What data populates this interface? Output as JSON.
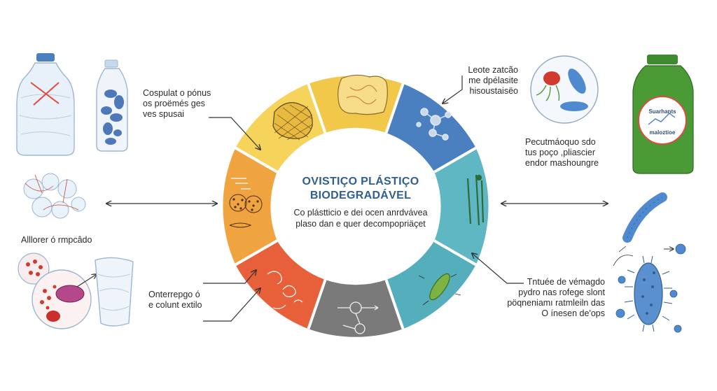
{
  "center": {
    "title_line1": "OVISTIÇO PLÁSTIÇO",
    "title_line2": "BIODEGRADÁVEL",
    "subtitle_line1": "Co plástticio e dei ocen anrdvávea",
    "subtitle_line2": "plaso dan e quer decompopriäçet"
  },
  "labels": {
    "top_left": [
      "Cospulat o pónus",
      "os proëmés ges",
      "ves spusai"
    ],
    "mid_left": [
      "Alllorer ó rmpcâdo"
    ],
    "bottom_left": [
      "Onterrepgo ó",
      "e colunt extilo"
    ],
    "top_right": [
      "Leote zatcão",
      "me dpélasite",
      "hisoustaisëo"
    ],
    "mid_right": [
      "Pecutmáoquo sdo",
      "tus poço ,pliascier",
      "endor mashoungre"
    ],
    "bottom_right": [
      "Tntuée de vémagdo",
      "pydro nas rofege slont",
      "pöqneniamı ratmleiln das",
      "O ínesen de'ops"
    ]
  },
  "bottle_badge": [
    "Suarhants",
    "maloztioe"
  ],
  "colors": {
    "yellow": "#f2c84b",
    "yellow_light": "#f6d35a",
    "blue": "#4a7fc0",
    "teal": "#5fb7c3",
    "teal_dark": "#55aebc",
    "gray": "#7a7a7a",
    "red_orange": "#e8603a",
    "orange": "#f0a440",
    "green_bottle": "#4a9a35"
  }
}
